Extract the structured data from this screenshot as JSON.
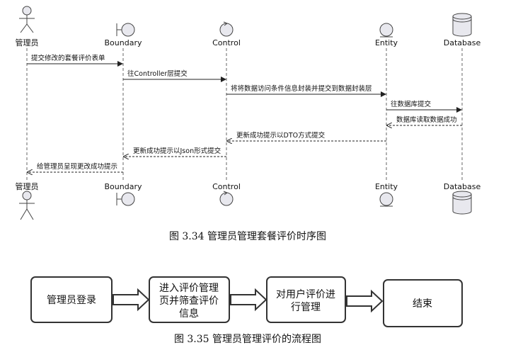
{
  "sequence": {
    "participants": [
      {
        "label": "管理员",
        "kind": "actor"
      },
      {
        "label": "Boundary",
        "kind": "boundary"
      },
      {
        "label": "Control",
        "kind": "control"
      },
      {
        "label": "Entity",
        "kind": "entity"
      },
      {
        "label": "Database",
        "kind": "database"
      }
    ],
    "messages": [
      {
        "text": "提交修改的套餐评价表单",
        "from": 0,
        "to": 1,
        "style": "solid"
      },
      {
        "text": "往Controller层提交",
        "from": 1,
        "to": 2,
        "style": "solid"
      },
      {
        "text": "将将数据访问条件信息封装并提交到数据封装层",
        "from": 2,
        "to": 3,
        "style": "solid"
      },
      {
        "text": "往数据库提交",
        "from": 3,
        "to": 4,
        "style": "solid"
      },
      {
        "text": "数据库读取数据成功",
        "from": 4,
        "to": 3,
        "style": "dashed"
      },
      {
        "text": "更新成功提示以DTO方式提交",
        "from": 3,
        "to": 2,
        "style": "dashed"
      },
      {
        "text": "更新成功提示以Json形式提交",
        "from": 2,
        "to": 1,
        "style": "dashed"
      },
      {
        "text": "给管理员呈现更改成功提示",
        "from": 1,
        "to": 0,
        "style": "dashed"
      }
    ],
    "caption": "图 3.34  管理员管理套餐评价时序图"
  },
  "flow": {
    "steps": [
      [
        "管理员登录"
      ],
      [
        "进入评价管理",
        "页并筛查评价",
        "信息"
      ],
      [
        "对用户评价进",
        "行管理"
      ],
      [
        "结束"
      ]
    ],
    "caption": "图 3.35  管理员管理评价的流程图"
  }
}
